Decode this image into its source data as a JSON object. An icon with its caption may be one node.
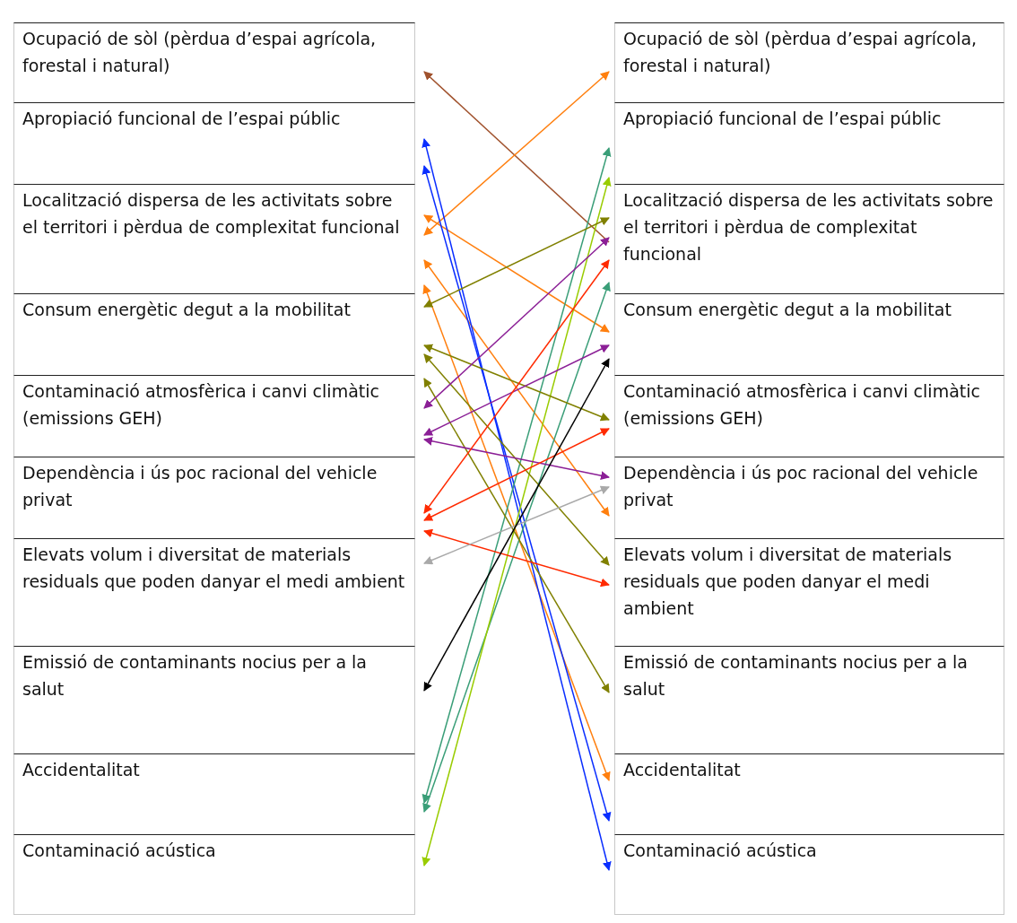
{
  "diagram": {
    "nodes": [
      {
        "text": [
          "Ocupació de sòl (pèrdua d’espai agrícola, forestal  i natural)"
        ]
      },
      {
        "text": [
          "Apropiació funcional de l’espai públic"
        ]
      },
      {
        "text": [
          "Localització dispersa de les activitats sobre el territori i pèrdua de complexitat funcional"
        ]
      },
      {
        "text": [
          "Consum energètic degut a la mobilitat"
        ]
      },
      {
        "text": [
          "Contaminació atmosfèrica i canvi climàtic  (emissions GEH)"
        ]
      },
      {
        "text": [
          "Dependència  i ús poc racional del vehicle privat"
        ]
      },
      {
        "text": [
          "Elevats volum i diversitat de materials residuals que poden danyar el medi ambient"
        ]
      },
      {
        "text": [
          "Emissió de contaminants nocius per a la salut"
        ]
      },
      {
        "text": [
          "Accidentalitat"
        ]
      },
      {
        "text": [
          "Contaminació acústica"
        ]
      },
      {
        "text": [
          "Ocupació de sòl (pèrdua d’espai agrícola, forestal  i natural)"
        ]
      },
      {
        "text": [
          "Apropiació funcional de l’espai públic"
        ]
      },
      {
        "text": [
          "Localització dispersa de les activitats sobre el territori i pèrdua de complexitat funcional"
        ]
      },
      {
        "text": [
          "Consum energètic degut a la mobilitat"
        ]
      },
      {
        "text": [
          "Contaminació atmosfèrica i canvi climàtic  (emissions GEH)"
        ]
      },
      {
        "text": [
          "Dependència  i ús poc racional del vehicle privat"
        ]
      },
      {
        "text": [
          "Elevats volum i diversitat de materials residuals que poden danyar el medi ambient"
        ]
      },
      {
        "text": [
          "Emissió de contaminants nocius per a la salut"
        ]
      },
      {
        "text": [
          "Accidentalitat"
        ]
      },
      {
        "text": [
          "Contaminació acústica"
        ]
      }
    ],
    "edges": [
      {
        "from": 12,
        "to": 0,
        "arrow": "to",
        "color": "#a0522d"
      },
      {
        "from": 2,
        "to": 10,
        "arrow": "both",
        "color": "#ff7f0e"
      },
      {
        "from": 2,
        "to": 13,
        "arrow": "both",
        "color": "#ff7f0e"
      },
      {
        "from": 2,
        "to": 15,
        "arrow": "both",
        "color": "#ff7f0e"
      },
      {
        "from": 2,
        "to": 18,
        "arrow": "both",
        "color": "#ff7f0e"
      },
      {
        "from": 1,
        "to": 18,
        "arrow": "both",
        "color": "#0a2eff"
      },
      {
        "from": 1,
        "to": 19,
        "arrow": "both",
        "color": "#0a2eff"
      },
      {
        "from": 8,
        "to": 11,
        "arrow": "both",
        "color": "#3a9e78"
      },
      {
        "from": 8,
        "to": 12,
        "arrow": "both",
        "color": "#3a9e78"
      },
      {
        "from": 9,
        "to": 11,
        "arrow": "both",
        "color": "#99cc00"
      },
      {
        "from": 3,
        "to": 12,
        "arrow": "both",
        "color": "#808000"
      },
      {
        "from": 3,
        "to": 14,
        "arrow": "both",
        "color": "#808000"
      },
      {
        "from": 3,
        "to": 16,
        "arrow": "both",
        "color": "#808000"
      },
      {
        "from": 4,
        "to": 17,
        "arrow": "both",
        "color": "#808000"
      },
      {
        "from": 4,
        "to": 12,
        "arrow": "both",
        "color": "#8b1f96"
      },
      {
        "from": 4,
        "to": 13,
        "arrow": "both",
        "color": "#8b1f96"
      },
      {
        "from": 4,
        "to": 15,
        "arrow": "both",
        "color": "#8b1f96"
      },
      {
        "from": 5,
        "to": 12,
        "arrow": "both",
        "color": "#ff2a00"
      },
      {
        "from": 5,
        "to": 14,
        "arrow": "both",
        "color": "#ff2a00"
      },
      {
        "from": 5,
        "to": 16,
        "arrow": "both",
        "color": "#ff2a00"
      },
      {
        "from": 6,
        "to": 15,
        "arrow": "both",
        "color": "#a9a9a9"
      },
      {
        "from": 7,
        "to": 13,
        "arrow": "both",
        "color": "#000000"
      }
    ]
  }
}
